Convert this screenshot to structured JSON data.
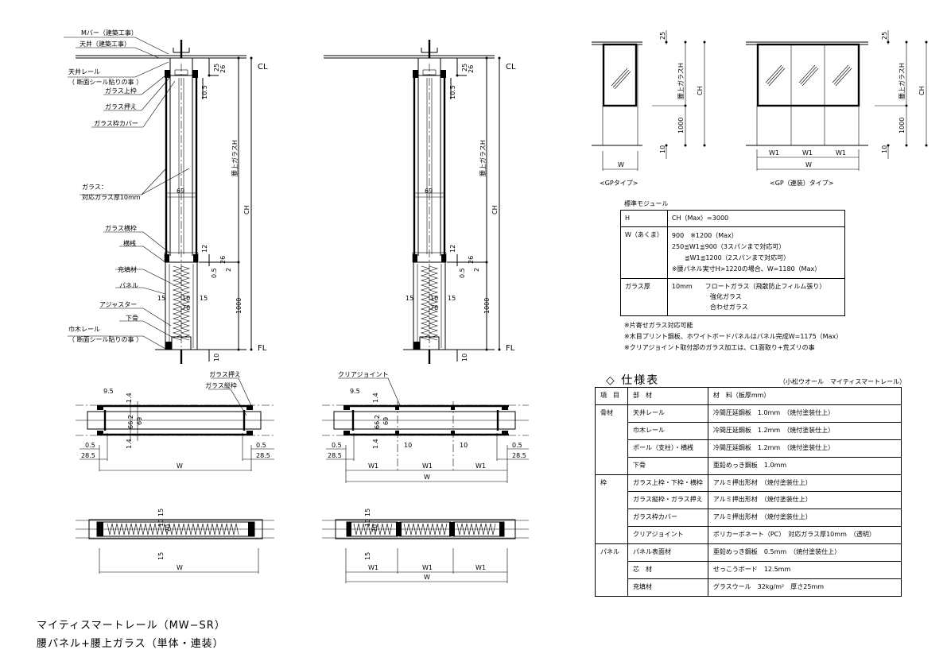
{
  "section_left": {
    "labels": [
      "Mバー（建築工事）",
      "天井（建築工事）",
      "天井レール",
      "（ 断面シール貼りの事 ）",
      "ガラス上枠",
      "ガラス押え",
      "ガラス枠カバー",
      "ガラス：",
      "対応ガラス厚10mm",
      "ガラス横枠",
      "横桟",
      "充填材",
      "パネル",
      "アジャスター",
      "下骨",
      "巾木レール",
      "（ 断面シール貼りの事 ）"
    ],
    "dims": {
      "d25": "25",
      "d26": "26",
      "d10_5": "10.5",
      "d69": "69",
      "d12": "12",
      "d26b": "26",
      "d0_5": "0.5",
      "d2": "2",
      "d15a": "15",
      "d10": "10",
      "d15b": "15",
      "d70": "70",
      "d1000": "1000",
      "d10b": "10",
      "glass_h": "腰上ガラスH",
      "ch": "CH",
      "cl": "CL",
      "fl": "FL"
    }
  },
  "section_right": {
    "dims": {
      "d25": "25",
      "d26": "26",
      "d10_5": "10.5",
      "d69": "69",
      "d12": "12",
      "d26b": "26",
      "d0_5": "0.5",
      "d2": "2",
      "d15a": "15",
      "d10": "10",
      "d15b": "15",
      "d70": "70",
      "d1000": "1000",
      "d10b": "10",
      "glass_h": "腰上ガラスH",
      "ch": "CH",
      "cl": "CL",
      "fl": "FL"
    }
  },
  "plan_single": {
    "labels": [
      "ガラス押え",
      "ガラス縦枠"
    ],
    "dims": {
      "d9_5": "9.5",
      "d1_4a": "1.4",
      "d66_2": "66.2",
      "d69": "69",
      "d1_4b": "1.4",
      "d0_5a": "0.5",
      "d28_5a": "28.5",
      "d0_5b": "0.5",
      "d28_5b": "28.5",
      "w": "W"
    }
  },
  "plan_multi": {
    "labels": [
      "クリアジョイント"
    ],
    "dims": {
      "d9_5": "9.5",
      "d1_4a": "1.4",
      "d66_2": "66.2",
      "d69": "69",
      "d1_4b": "1.4",
      "d0_5a": "0.5",
      "d28_5a": "28.5",
      "d10a": "10",
      "d10b": "10",
      "d0_5b": "0.5",
      "d28_5b": "28.5",
      "w1": "W1",
      "w": "W"
    }
  },
  "panel_plan_single": {
    "dims": {
      "d15a": "15",
      "d10": "10",
      "d70": "70",
      "d15b": "15",
      "w": "W"
    }
  },
  "panel_plan_multi": {
    "dims": {
      "d15a": "15",
      "d10": "10",
      "d70": "70",
      "d15b": "15",
      "w1": "W1",
      "w": "W"
    }
  },
  "elevation_gp": {
    "caption": "<GPタイプ>",
    "dims": {
      "d25": "25",
      "glass_h": "腰上ガラスH",
      "ch": "CH",
      "d1000": "1000",
      "d10": "10",
      "w": "W"
    }
  },
  "elevation_gp_multi": {
    "caption": "<GP（連装）タイプ>",
    "dims": {
      "d25": "25",
      "glass_h": "腰上ガラスH",
      "ch": "CH",
      "d1000": "1000",
      "d10": "10",
      "w1": "W1",
      "w": "W"
    }
  },
  "module": {
    "title": "標準モジュール",
    "rows": [
      {
        "key": "H",
        "values": [
          "CH（Max）=3000"
        ]
      },
      {
        "key": "W（あくま）",
        "values": [
          "900　※1200（Max）",
          "250≦W1≦900（3スパンまで対応可）",
          "　　≦W1≦1200（2スパンまで対応可）",
          "※腰パネル実寸H>1220の場合、W=1180（Max）"
        ]
      },
      {
        "key": "ガラス厚",
        "values": [
          "10mm　　フロートガラス（飛散防止フィルム張り）",
          "　　　　　　強化ガラス",
          "　　　　　　合わせガラス"
        ]
      }
    ],
    "notes": [
      "※片寄せガラス対応可能",
      "※木目プリント鋼板、ホワイトボードパネルはパネル完成W=1175（Max）",
      "※クリアジョイント取付部のガラス加工は、C1面取り+荒ズリの事"
    ]
  },
  "spec": {
    "title": "◇ 仕様表",
    "subtitle": "（小松ウオール　マイティスマートレール）",
    "headers": [
      "項　目",
      "部　材",
      "材　料（板厚mm）"
    ],
    "rows": [
      [
        "骨材",
        "天井レール",
        "冷間圧延鋼板　1.0mm　（焼付塗装仕上）"
      ],
      [
        "",
        "巾木レール",
        "冷間圧延鋼板　1.2mm　（焼付塗装仕上）"
      ],
      [
        "",
        "ポール（支柱）・横桟",
        "冷間圧延鋼板　1.2mm　（焼付塗装仕上）"
      ],
      [
        "",
        "下骨",
        "亜鉛めっき鋼板　1.0mm"
      ],
      [
        "枠",
        "ガラス上枠・下枠・横枠",
        "アルミ押出形材　（焼付塗装仕上）"
      ],
      [
        "",
        "ガラス縦枠・ガラス押え",
        "アルミ押出形材　（焼付塗装仕上）"
      ],
      [
        "",
        "ガラス枠カバー",
        "アルミ押出形材　（焼付塗装仕上）"
      ],
      [
        "",
        "クリアジョイント",
        "ポリカーボネート（PC）　対応ガラス厚10mm　（透明）"
      ],
      [
        "パネル",
        "パネル表面材",
        "亜鉛めっき鋼板　0.5mm　（焼付塗装仕上）"
      ],
      [
        "",
        "芯　材",
        "せっこうボード　12.5mm"
      ],
      [
        "",
        "充填材",
        "グラスウール　32kg/m²　厚さ25mm"
      ]
    ]
  },
  "drawing_title": [
    "マイティスマートレール（MW−SR）",
    "腰パネル+腰上ガラス（単体・連装）"
  ]
}
